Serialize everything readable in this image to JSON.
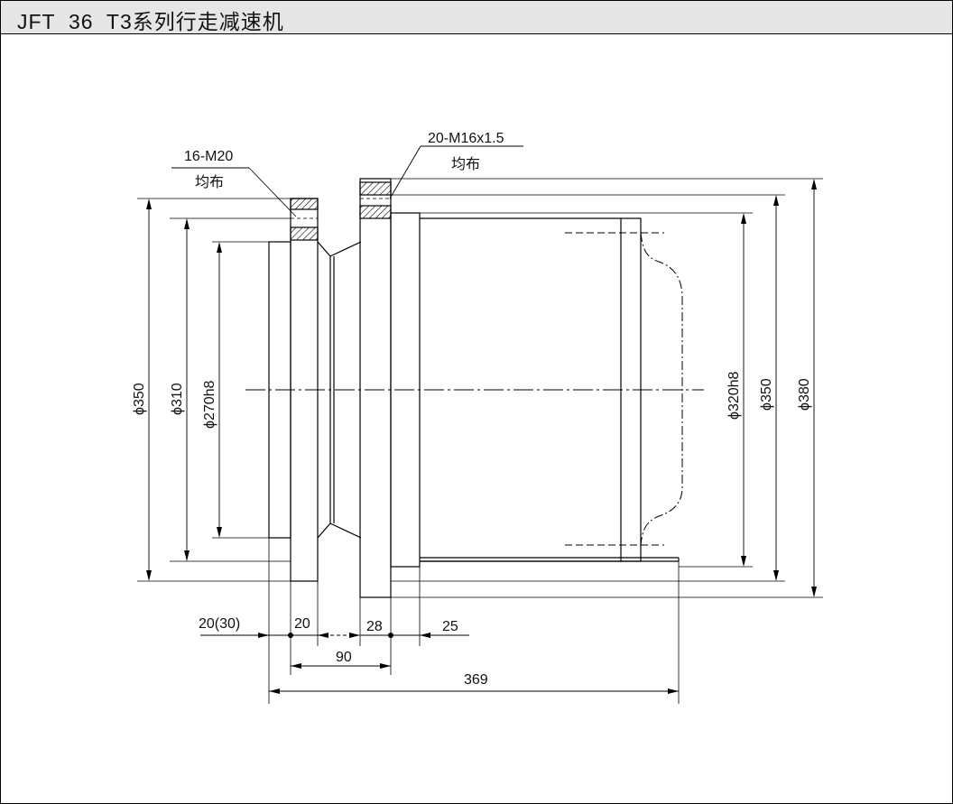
{
  "title": "JFT  36  T3系列行走减速机",
  "labels": {
    "left_bolts": "16-M20",
    "left_bolts_note": "均布",
    "right_bolts": "20-M16x1.5",
    "right_bolts_note": "均布"
  },
  "diameters": {
    "d350_left": "ϕ350",
    "d310": "ϕ310",
    "d270h8": "ϕ270h8",
    "d320h8": "ϕ320h8",
    "d350_right": "ϕ350",
    "d380": "ϕ380"
  },
  "dimensions": {
    "d20_30": "20(30)",
    "d20": "20",
    "d28": "28",
    "d25": "25",
    "d90": "90",
    "d369": "369"
  }
}
